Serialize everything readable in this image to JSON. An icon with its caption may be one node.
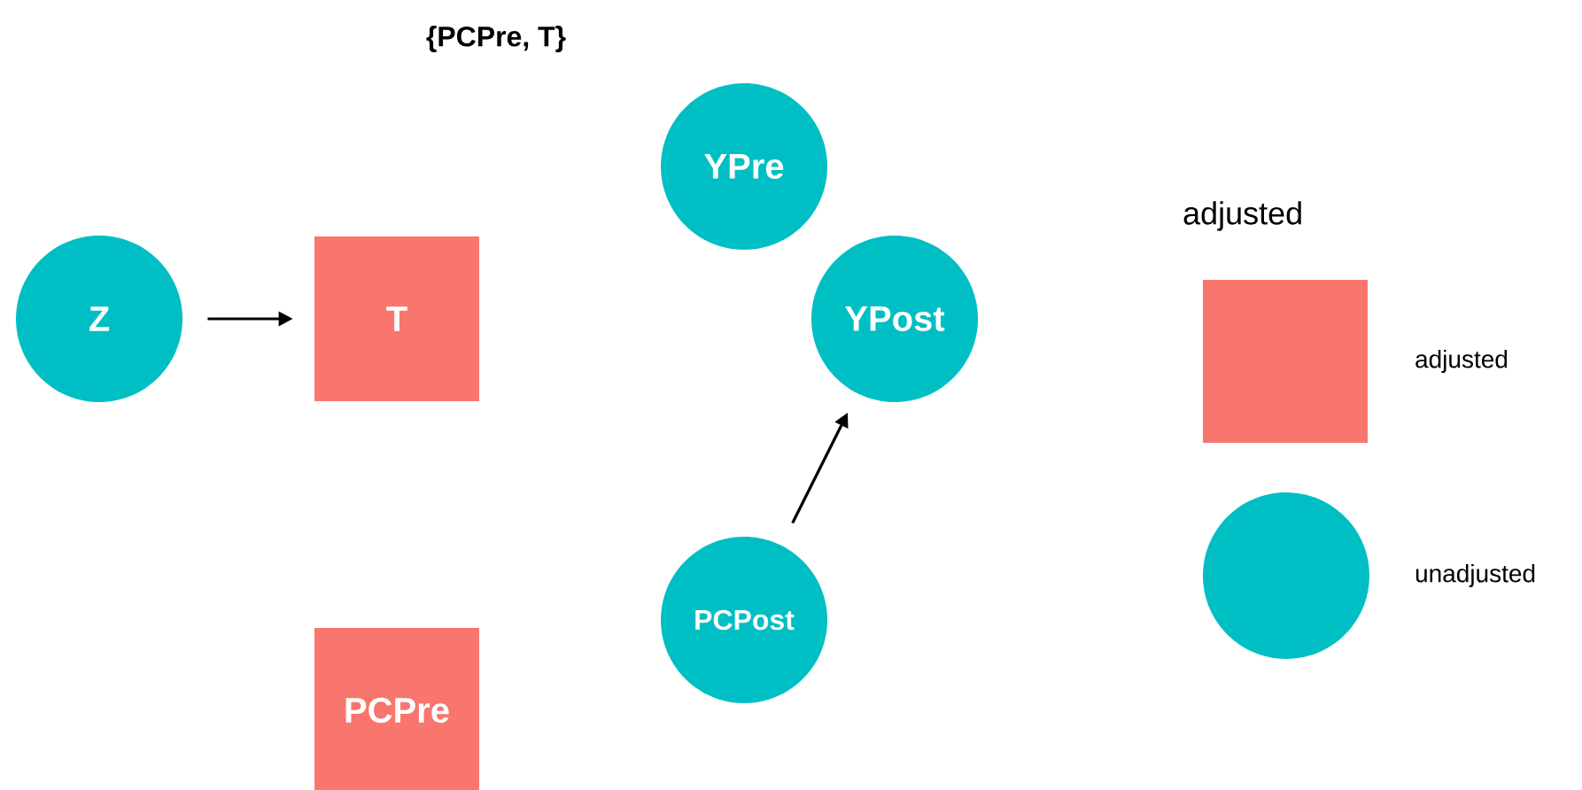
{
  "diagram": {
    "title": "{PCPre, T}",
    "nodes": [
      {
        "text": [
          "Z"
        ]
      },
      {
        "text": [
          "T"
        ]
      },
      {
        "text": [
          "YPre"
        ]
      },
      {
        "text": [
          "YPost"
        ]
      },
      {
        "text": [
          "PCPost"
        ]
      },
      {
        "text": [
          "PCPre"
        ]
      }
    ],
    "edges": [
      {
        "from": 0,
        "to": 1,
        "arrow": "to"
      },
      {
        "from": 4,
        "to": 3,
        "arrow": "to"
      }
    ],
    "labels": [
      "adjusted"
    ],
    "legend": [
      {
        "text": "adjusted",
        "color": "#f8766d"
      },
      {
        "text": "unadjusted",
        "color": "#00bfc4"
      }
    ]
  }
}
